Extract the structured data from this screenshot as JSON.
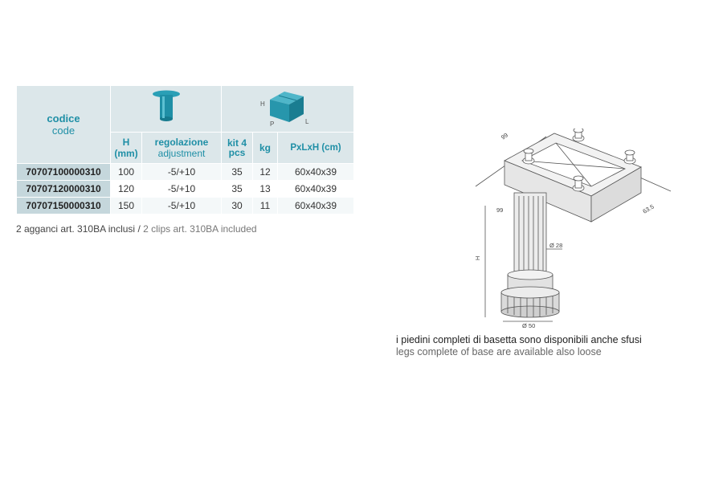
{
  "table": {
    "code_label_it": "codice",
    "code_label_en": "code",
    "h_label": "H",
    "h_unit": "(mm)",
    "adj_label_it": "regolazione",
    "adj_label_en": "adjustment",
    "kit_label": "kit 4",
    "kit_unit": "pcs",
    "kg_label": "kg",
    "dim_label": "PxLxH (cm)",
    "box_labels": {
      "h": "H",
      "p": "P",
      "l": "L"
    },
    "rows": [
      {
        "code": "70707100000310",
        "h": "100",
        "adj": "-5/+10",
        "kit": "35",
        "kg": "12",
        "dim": "60x40x39"
      },
      {
        "code": "70707120000310",
        "h": "120",
        "adj": "-5/+10",
        "kit": "35",
        "kg": "13",
        "dim": "60x40x39"
      },
      {
        "code": "70707150000310",
        "h": "150",
        "adj": "-5/+10",
        "kit": "30",
        "kg": "11",
        "dim": "60x40x39"
      }
    ]
  },
  "note": {
    "it": "2 agganci art. 310BA inclusi",
    "sep": " / ",
    "en": "2 clips art. 310BA included"
  },
  "drawing": {
    "dim_top": "99",
    "dim_side": "99",
    "dim_right": "63.5",
    "dim_h": "H",
    "dim_d28": "Ø 28",
    "dim_d50": "Ø 50"
  },
  "caption": {
    "it": "i piedini completi di basetta sono disponibili anche sfusi",
    "en": "legs complete of base are available also loose"
  },
  "colors": {
    "accent": "#1f8fa6",
    "header_bg": "#dce7ea",
    "code_bg": "#c5d7dc"
  }
}
